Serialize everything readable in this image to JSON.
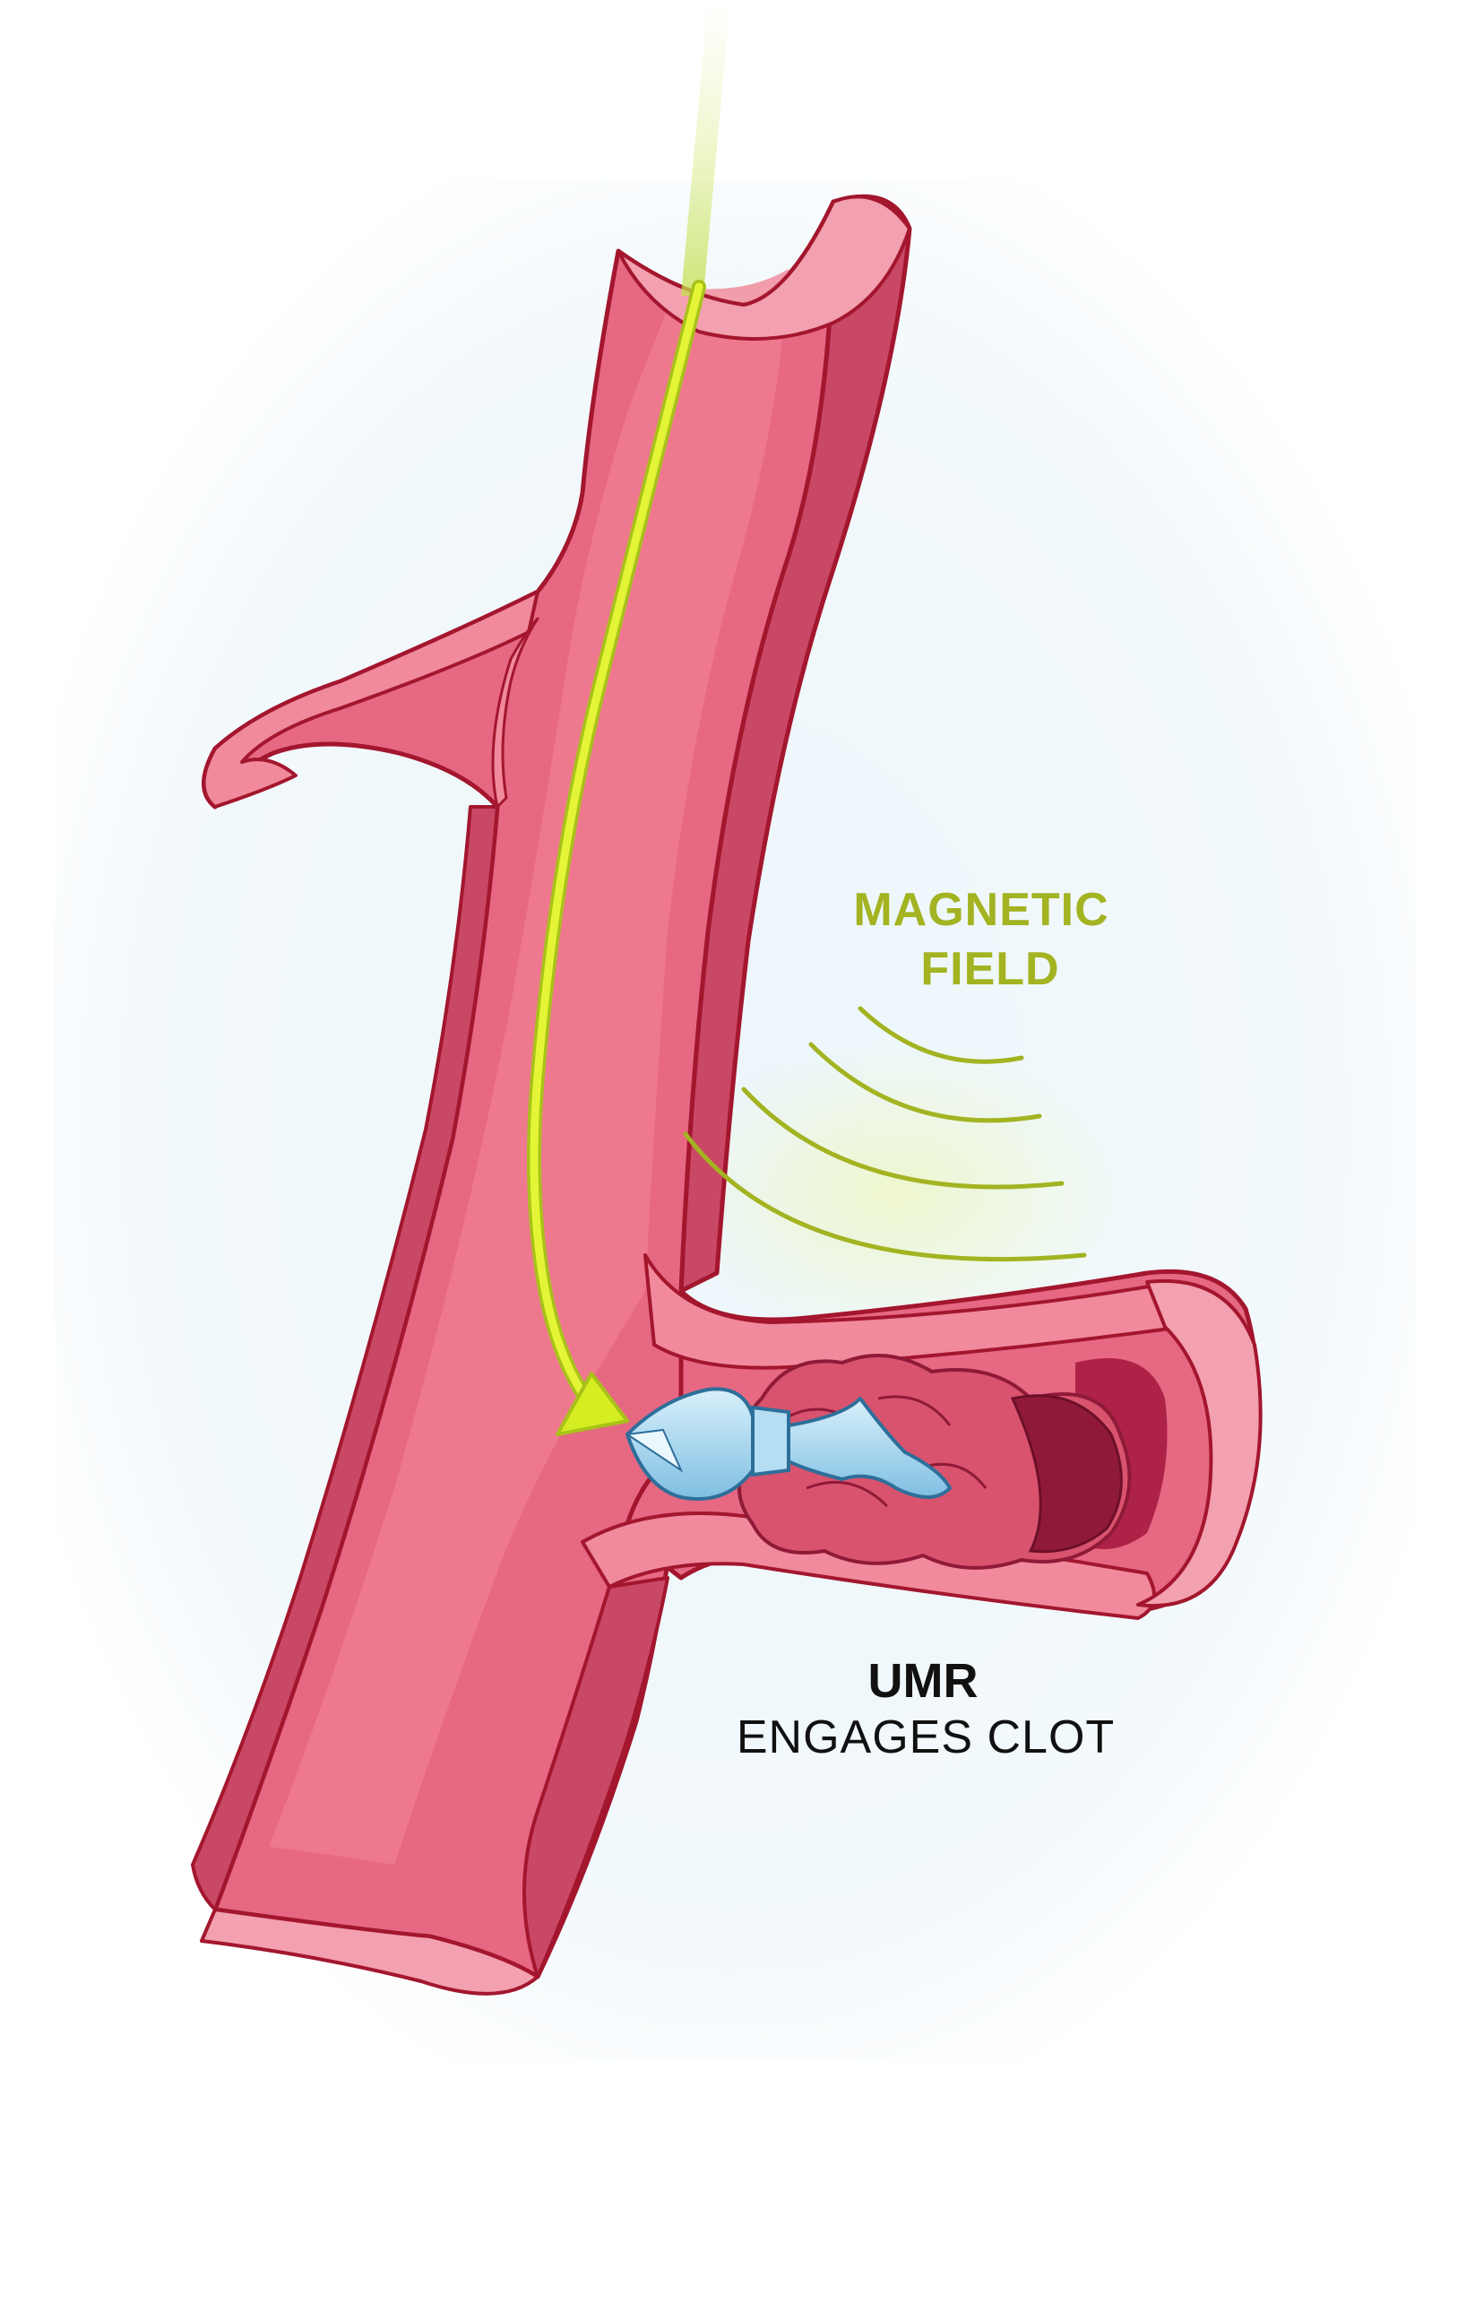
{
  "labels": {
    "field_line1": "MAGNETIC",
    "field_line2": "FIELD",
    "umr": "UMR",
    "engages": "ENGAGES CLOT"
  },
  "colors": {
    "vessel_fill": "#e66882",
    "vessel_inner": "#f08a9c",
    "vessel_outline": "#a3162e",
    "vessel_dark": "#c94866",
    "field_green": "#a3b321",
    "path_green": "#d5ee22",
    "robot_blue": "#9fd3ee",
    "clot": "#c13a5a",
    "clot_dark": "#8f1a38",
    "text": "#111111"
  },
  "icons": {
    "robot": "umr-robot-icon",
    "clot": "clot-icon",
    "field": "magnetic-field-waves",
    "path": "navigation-path-arrow"
  }
}
